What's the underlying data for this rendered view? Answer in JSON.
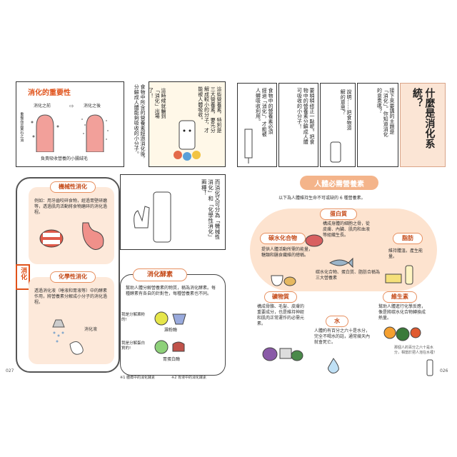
{
  "left": {
    "panel1": {
      "title": "消化的重要性",
      "before": "消化之前",
      "after": "消化之後",
      "side_label": "重複而且寶石之消",
      "caption": "負責吸收營養的小腸絨毛",
      "body": "食物中所含的營養素經過消化後，分解成人體能夠吸收的小分子。"
    },
    "panel2": {
      "text1": "這些營養素，特別是三大營養素，要先分解成較小的分子，才能被人體吸收。",
      "text2": "這時候就輪到「消化」出場了！"
    },
    "panel3": {
      "text": "而消化又可分為「機械性消化」和「化學性消化」兩種！"
    },
    "mechanical": {
      "title": "機械性消化",
      "body": "例如：用牙齒咬碎食物，經過胃壁研磨等，透過肌肉活動將食物磨碎的消化過程。"
    },
    "vertical_label": "消化",
    "chemical": {
      "title": "化學性消化",
      "body": "透過消化液（唾液和胃液等）中的酵素作用，將營養素分解成小分子的消化過程。",
      "drop_label": "消化液"
    },
    "enzyme": {
      "title": "消化酵素",
      "body": "幫助人體分解營養素的物質，稱為消化酵素。每種酵素有各自的針對性，每種營養素也不同。",
      "amylase": "澱粉酶",
      "protease": "胃蛋白酶",
      "note1": "我是分解澱粉的!",
      "note2": "我是分解蛋白質的!"
    },
    "footnote1": "※1 腫瘍中的消化酵素",
    "footnote2": "※2 胃液中的消化酵素",
    "page_number": "027"
  },
  "right": {
    "title": "什麼是消化系統？",
    "panel1": "接下來要講的主題是「消化」。你知道消化的意思嗎？",
    "panel2": "說明……把食物溶解的意思？",
    "panel3": "要稍稍修正一點呢。把食物中的營養素分解成人體可吸收的小分子！",
    "panel4": "食物中的營養素必須經過「消化」，才能被人體吸收利用。",
    "nutrients_title": "人體必需營養素",
    "nutrients_sub": "以下為人體維持生命不可或缺的 6 種營養素。",
    "protein": {
      "name": "蛋白質",
      "desc": "構成身體的細胞之骨，從皮膚、內臟、肌肉和血液等組織生長。"
    },
    "carb": {
      "name": "碳水化合物",
      "desc": "提供人體活動所需的能量，糖類和膳食纖維的總稱。"
    },
    "fat": {
      "name": "脂肪",
      "desc": "維持體溫，產生能量。"
    },
    "big_three": "碳水化合物、蛋白質、脂肪合稱為三大營養素",
    "mineral": {
      "name": "礦物質",
      "desc": "構成骨骼、毛髮、皮膚的重要成分，也是維持神經和肌肉正常運作的必需元素。"
    },
    "vitamin": {
      "name": "維生素",
      "desc": "幫助人體進行化學反應，像是將碳水化合物轉換成熱量。"
    },
    "water": {
      "name": "水",
      "desc": "人體約有百分之六十是水分，完全不喝水的話，通常幾天內就會死亡。"
    },
    "handwrite": "那個人的百分之六十是水分，相當於把人泡在水裡！",
    "page_number": "026"
  },
  "colors": {
    "accent": "#e0521a",
    "peach": "#fde9da",
    "border": "#f0a078"
  }
}
